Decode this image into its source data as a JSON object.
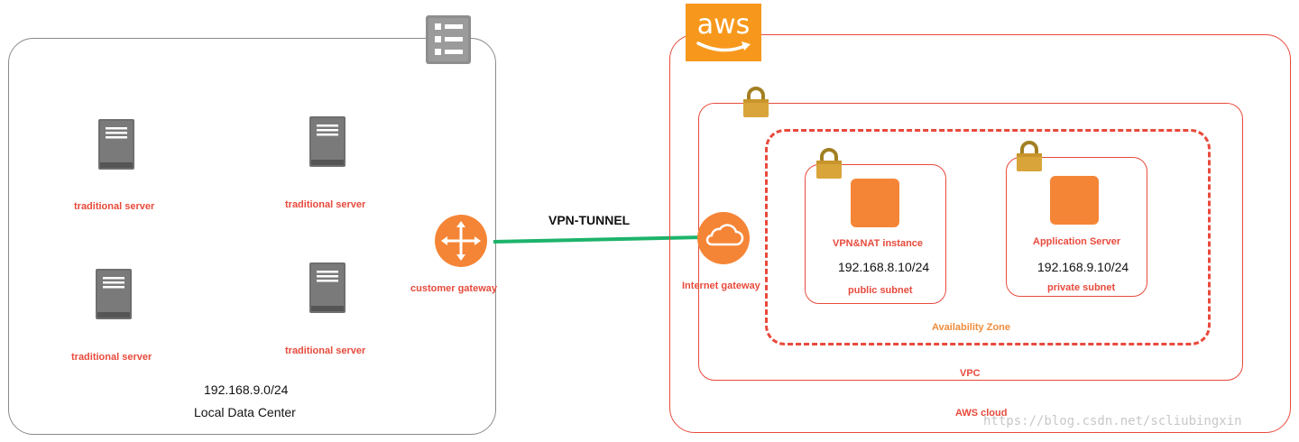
{
  "local_dc": {
    "servers": [
      "traditional server",
      "traditional server",
      "traditional server",
      "traditional server"
    ],
    "cidr": "192.168.9.0/24",
    "title": "Local Data Center"
  },
  "customer_gateway": {
    "label": "customer gateway"
  },
  "tunnel": {
    "label": "VPN-TUNNEL"
  },
  "aws": {
    "logo_text": "aws",
    "cloud_label": "AWS cloud",
    "vpc_label": "VPC",
    "az_label": "Availability Zone",
    "internet_gateway_label": "Internet gateway",
    "public_subnet": {
      "instance_label": "VPN&NAT instance",
      "ip": "192.168.8.10/24",
      "label": "public subnet"
    },
    "private_subnet": {
      "instance_label": "Application Server",
      "ip": "192.168.9.10/24",
      "label": "private subnet"
    }
  },
  "watermark": "https://blog.csdn.net/scliubingxin",
  "colors": {
    "red": "#e84a3c",
    "orange": "#f58536",
    "tunnel_green": "#1db36b",
    "lock_gold": "#d9a53a",
    "server_gray": "#707070"
  },
  "icons": [
    "list-icon",
    "server-icon",
    "router-icon",
    "cloud-icon",
    "lock-icon",
    "instance-icon",
    "aws-logo"
  ]
}
